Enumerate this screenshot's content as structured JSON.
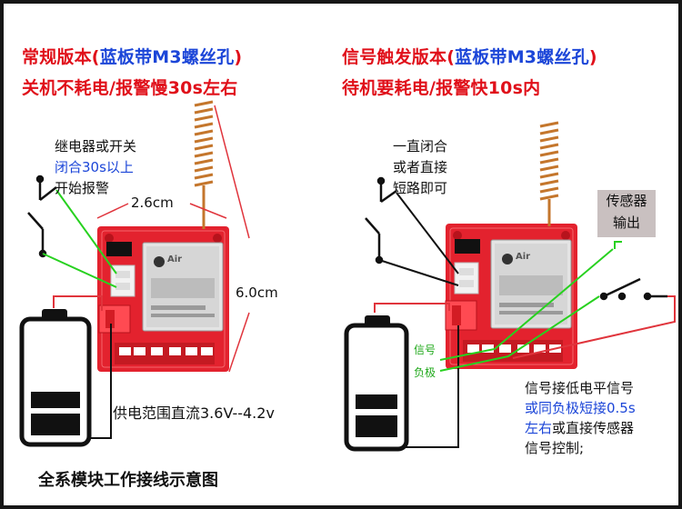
{
  "left": {
    "title_prefix": "常规版本(",
    "title_blue": "蓝板带M3螺丝孔",
    "title_suffix": ")",
    "subtitle": "关机不耗电/报警慢30s左右",
    "relay_note_line1": "继电器或开关",
    "relay_note_line2": "闭合30s以上",
    "relay_note_line3": "开始报警",
    "width_label": "2.6cm",
    "height_label": "6.0cm",
    "power_note": "供电范围直流3.6V--4.2v"
  },
  "right": {
    "title_prefix": "信号触发版本(",
    "title_blue": "蓝板带M3螺丝孔",
    "title_suffix": ")",
    "subtitle": "待机要耗电/报警快10s内",
    "closed_note_line1": "一直闭合",
    "closed_note_line2": "或者直接",
    "closed_note_line3": "短路即可",
    "sensor_line1": "传感器",
    "sensor_line2": "输出",
    "signal_label": "信号",
    "negative_label": "负极",
    "note_line1": "信号接低电平信号",
    "note_line2": "或同负极短接0.5s",
    "note_line3_blue": "左右",
    "note_line3_rest": "或直接传感器",
    "note_line4": "信号控制;"
  },
  "module_text": "Air",
  "footer": "全系模块工作接线示意图",
  "colors": {
    "title_red": "#e0101a",
    "title_blue": "#1c46d8",
    "pcb_red": "#e3222e",
    "wire_green": "#27d11f",
    "wire_red": "#e0343c",
    "sensor_box": "#c9c0c0"
  }
}
